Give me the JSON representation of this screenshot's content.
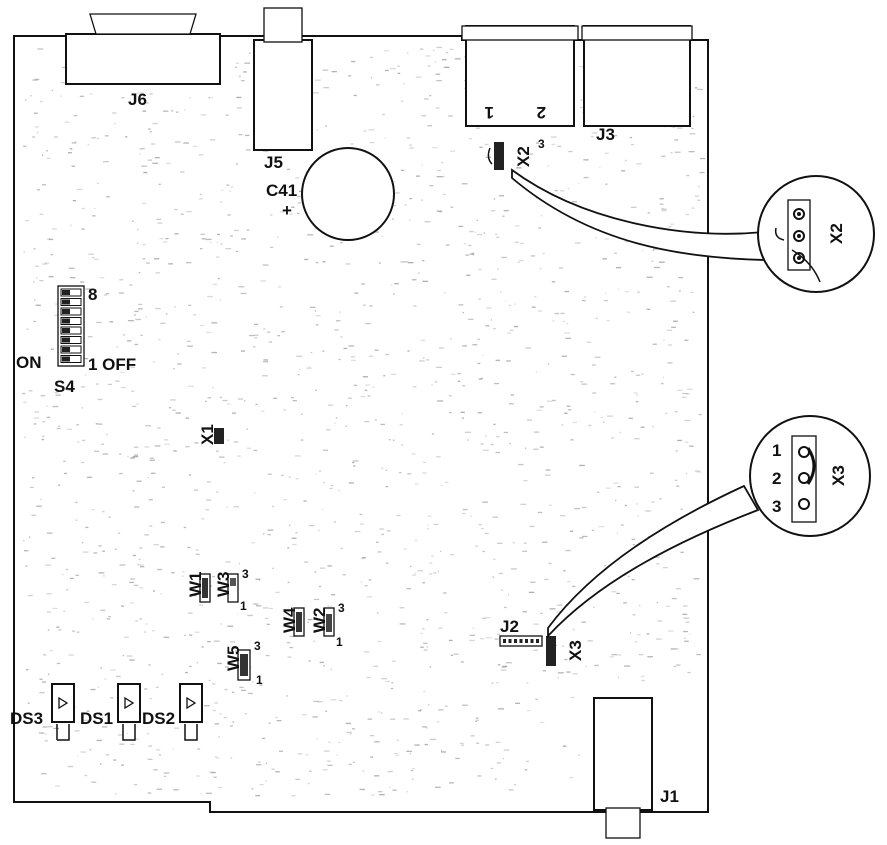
{
  "connectors": {
    "j6": "J6",
    "j5": "J5",
    "j3": "J3",
    "j2": "J2",
    "j1": "J1",
    "j_pin_left": "1",
    "j_pin_right": "2"
  },
  "capacitor": {
    "label": "C41",
    "polarity": "+"
  },
  "dip_switch": {
    "label": "S4",
    "on": "ON",
    "off": "1 OFF",
    "position_count": "8"
  },
  "jumpers": {
    "x1": "X1",
    "x2": "X2",
    "x3": "X3",
    "x2_pin": "3",
    "w1": "W1",
    "w2": "W2",
    "w3": "W3",
    "w4": "W4",
    "w5": "W5",
    "w3_pin_top": "3",
    "w3_pin_bottom": "1",
    "w2_pin_top": "3",
    "w2_pin_bottom": "1",
    "w5_pin_top": "3",
    "w5_pin_bottom": "1"
  },
  "leds": {
    "ds1": "DS1",
    "ds2": "DS2",
    "ds3": "DS3"
  },
  "detail_x2": {
    "label": "X2"
  },
  "detail_x3": {
    "label": "X3",
    "pins": [
      "1",
      "2",
      "3"
    ]
  }
}
